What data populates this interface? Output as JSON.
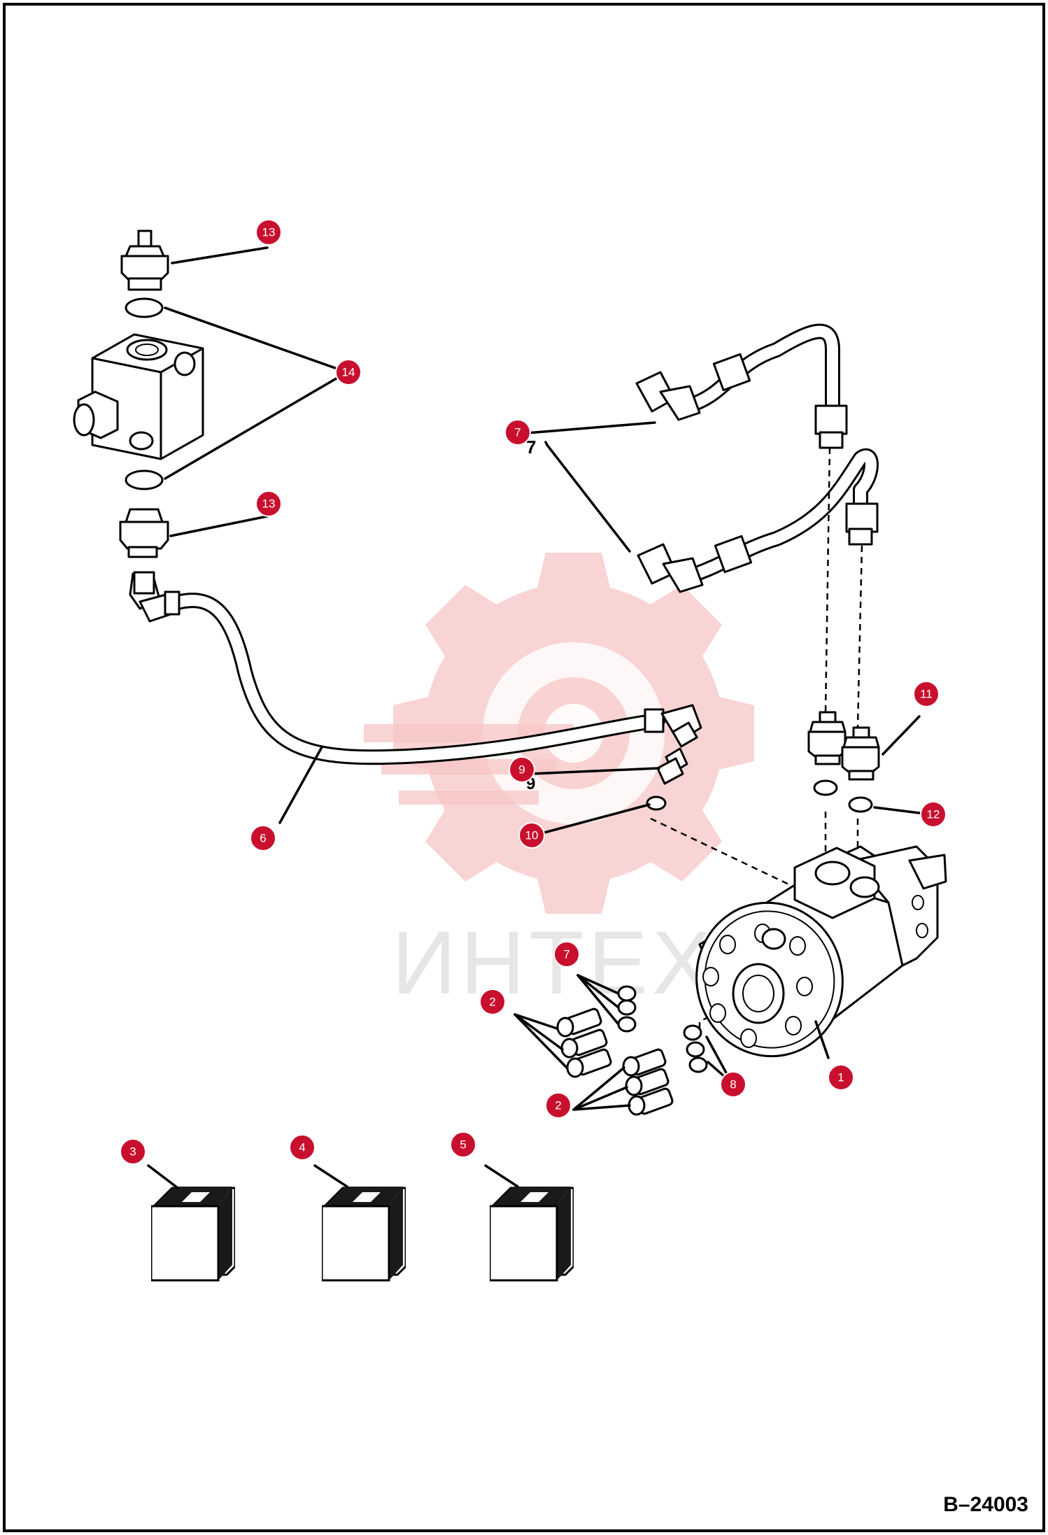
{
  "diagram": {
    "reference": "B–24003",
    "watermark": "ИНТЕХ",
    "callouts": [
      {
        "id": "c13a",
        "label": "13"
      },
      {
        "id": "c14",
        "label": "14"
      },
      {
        "id": "c13b",
        "label": "13"
      },
      {
        "id": "c7a",
        "label": "7"
      },
      {
        "id": "c11",
        "label": "11"
      },
      {
        "id": "c9",
        "label": "9"
      },
      {
        "id": "c12",
        "label": "12"
      },
      {
        "id": "c10",
        "label": "10"
      },
      {
        "id": "c6",
        "label": "6"
      },
      {
        "id": "c7b",
        "label": "7"
      },
      {
        "id": "c2a",
        "label": "2"
      },
      {
        "id": "c1",
        "label": "1"
      },
      {
        "id": "c8",
        "label": "8"
      },
      {
        "id": "c2b",
        "label": "2"
      },
      {
        "id": "c3",
        "label": "3"
      },
      {
        "id": "c4",
        "label": "4"
      },
      {
        "id": "c5",
        "label": "5"
      }
    ]
  }
}
